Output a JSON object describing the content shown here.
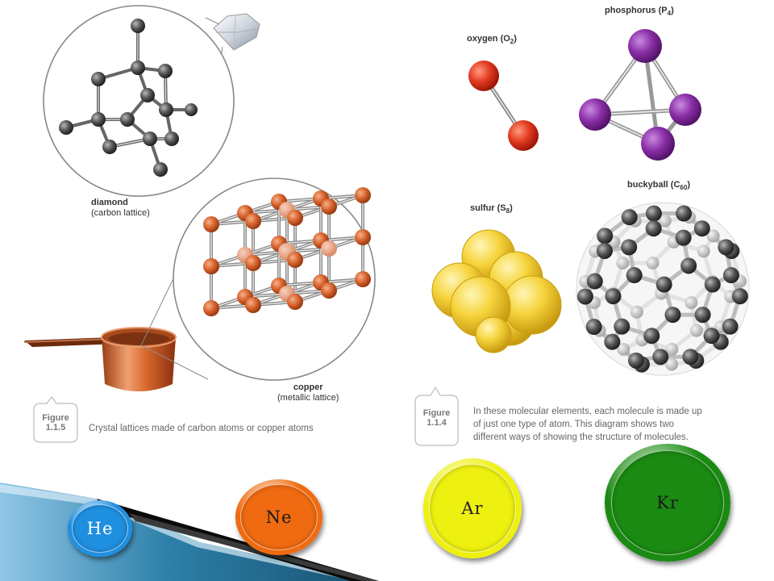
{
  "labels": {
    "diamond": "diamond",
    "diamond_sub": "(carbon lattice)",
    "copper": "copper",
    "copper_sub": "(metallic lattice)",
    "oxygen": "oxygen (O",
    "oxygen_sub": "2",
    "phosphorus": "phosphorus (P",
    "phosphorus_sub": "4",
    "sulfur": "sulfur (S",
    "sulfur_sub": "8",
    "buckyball": "buckyball (C",
    "buckyball_sub": "60"
  },
  "figures": {
    "left": {
      "tag_line1": "Figure",
      "tag_line2": "1.1.5",
      "caption": "Crystal lattices made of carbon atoms or copper atoms"
    },
    "right": {
      "tag_line1": "Figure",
      "tag_line2": "1.1.4",
      "caption_lines": [
        "In these molecular elements, each molecule is made up",
        "of just one type of atom. This diagram shows two",
        "different ways of showing the structure of molecules."
      ]
    }
  },
  "buttons": [
    {
      "label": "He",
      "color": "#1f8fe0"
    },
    {
      "label": "Ne",
      "color": "#ef6a10"
    },
    {
      "label": "Ar",
      "color": "#eef010"
    },
    {
      "label": "Kr",
      "color": "#1a8a12"
    }
  ],
  "colors": {
    "carbon": "#555555",
    "copper": "#d8642e",
    "oxygen": "#e23a20",
    "phosphorus": "#8b2fa8",
    "sulfur": "#f4d23a",
    "accent": "#2c7fa8"
  }
}
